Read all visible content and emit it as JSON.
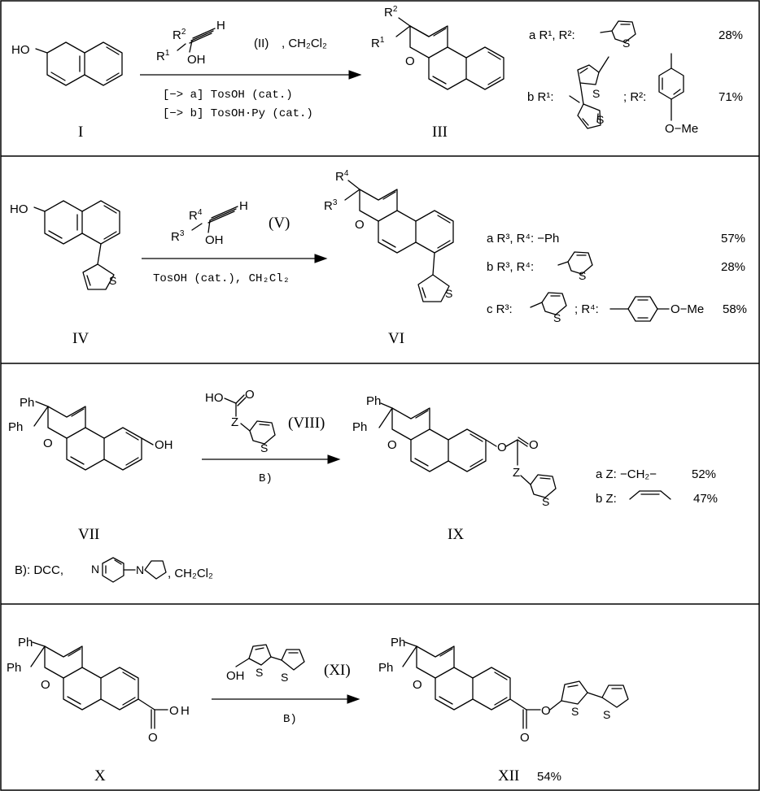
{
  "colors": {
    "ink": "#000000",
    "background": "#ffffff"
  },
  "compounds": {
    "I": "I",
    "II": "(II)",
    "III": "III",
    "IV": "IV",
    "V": "(V)",
    "VI": "VI",
    "VII": "VII",
    "VIII": "(VIII)",
    "IX": "IX",
    "X": "X",
    "XI": "(XI)",
    "XII": "XII"
  },
  "atoms": {
    "HO": "HO",
    "OH": "OH",
    "O": "O",
    "S": "S",
    "Z": "Z",
    "Ph": "Ph",
    "H": "H",
    "R": "R",
    "sup1": "1",
    "sup2": "2",
    "sup3": "3",
    "sup4": "4"
  },
  "reaction1": {
    "solvent": ", CH₂Cl₂",
    "cond_a": "[−> a] TosOH (cat.)",
    "cond_b": "[−> b] TosOH·Py (cat.)",
    "row_a_label": "a R¹, R²:",
    "row_a_yield": "28%",
    "row_b_label": "b R¹:",
    "row_b_r2": "; R²:",
    "row_b_ome": "O−Me",
    "row_b_yield": "71%"
  },
  "reaction2": {
    "conditions": "TosOH (cat.), CH₂Cl₂",
    "row_a_label": "a R³, R⁴: −Ph",
    "row_a_yield": "57%",
    "row_b_label": "b R³, R⁴:",
    "row_b_yield": "28%",
    "row_c_label": "c R³:",
    "row_c_r4": "; R⁴:",
    "row_c_ome": "O−Me",
    "row_c_yield": "58%"
  },
  "reaction3": {
    "conditions": "B)",
    "row_a_label": "a Z: −CH₂−",
    "row_a_yield": "52%",
    "row_b_label": "b Z:",
    "row_b_yield": "47%"
  },
  "footnote": {
    "label": "B): DCC,",
    "solvent": ", CH₂Cl₂",
    "N": "N"
  },
  "reaction4": {
    "conditions": "B)",
    "product_yield": "54%",
    "acid_O": "O",
    "acid_H": "H"
  }
}
